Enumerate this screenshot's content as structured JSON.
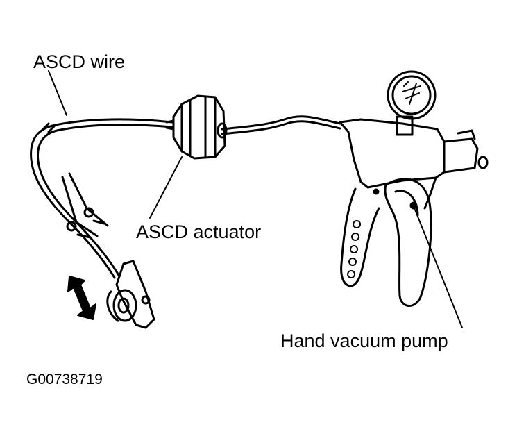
{
  "labels": {
    "ascd_wire": "ASCD wire",
    "ascd_actuator": "ASCD actuator",
    "hand_vacuum_pump": "Hand vacuum pump"
  },
  "figure_code": "G00738719",
  "colors": {
    "ink": "#000000",
    "paper": "#ffffff"
  },
  "icons": {
    "arrow": "double-headed-arrow-icon",
    "gauge": "vacuum-gauge-icon"
  }
}
